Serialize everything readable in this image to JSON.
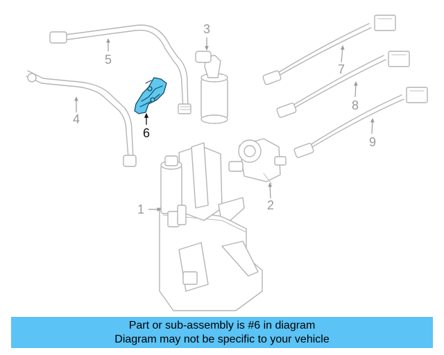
{
  "diagram": {
    "callouts": [
      "1",
      "2",
      "3",
      "4",
      "5",
      "6",
      "7",
      "8",
      "9"
    ],
    "highlighted_callout": "6",
    "highlight_color": "#5ec8ee"
  },
  "caption": {
    "line1": "Part or sub-assembly is #6 in diagram",
    "line2": "Diagram may not be specific to your vehicle",
    "background": "#5bc3f5"
  }
}
